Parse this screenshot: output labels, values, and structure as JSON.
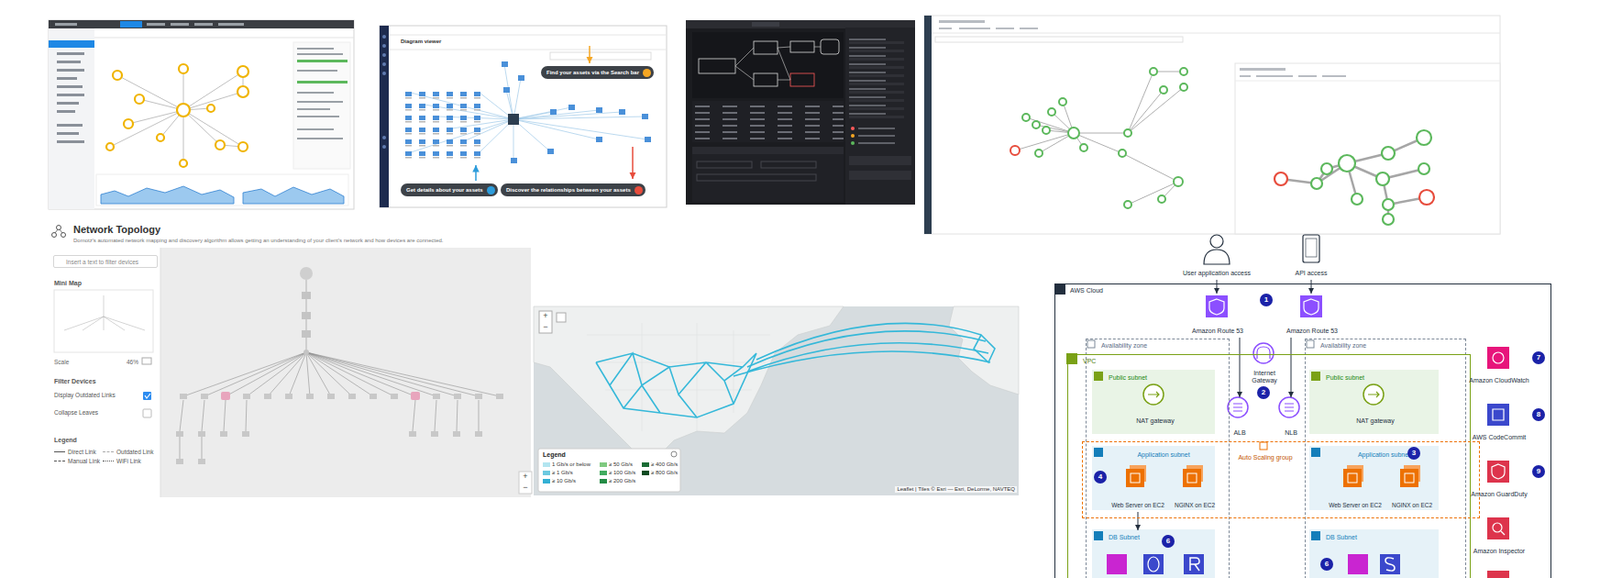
{
  "diagram": {
    "title": "Network Topology",
    "nodes": [
      {
        "text": [
          "Find your assets via the Search bar"
        ]
      },
      {
        "text": [
          "Get details about your assets"
        ]
      },
      {
        "text": [
          "Discover the relationships between your assets"
        ]
      },
      {
        "text": [
          "Insert a text to filter devices"
        ]
      },
      {
        "text": [
          "User application access"
        ]
      },
      {
        "text": [
          "API access"
        ]
      },
      {
        "text": [
          "AWS Cloud"
        ]
      },
      {
        "text": [
          "Amazon Route 53"
        ],
        "in": 6
      },
      {
        "text": [
          "Amazon Route 53"
        ],
        "in": 6
      },
      {
        "text": [
          "Internet Gateway"
        ],
        "in": 6
      },
      {
        "text": [
          "Availability zone"
        ],
        "in": 6
      },
      {
        "text": [
          "Availability zone"
        ],
        "in": 6
      },
      {
        "text": [
          "VPC"
        ],
        "in": 6
      },
      {
        "text": [
          "Public subnet"
        ],
        "in": 12
      },
      {
        "text": [
          "NAT gateway"
        ],
        "in": 13
      },
      {
        "text": [
          "Public subnet"
        ],
        "in": 12
      },
      {
        "text": [
          "NAT gateway"
        ],
        "in": 15
      },
      {
        "text": [
          "ALB"
        ],
        "in": 12
      },
      {
        "text": [
          "NLB"
        ],
        "in": 12
      },
      {
        "text": [
          "Auto Scaling group"
        ],
        "in": 12
      },
      {
        "text": [
          "Application subnet"
        ],
        "in": 19
      },
      {
        "text": [
          "Web Server on EC2"
        ],
        "in": 20
      },
      {
        "text": [
          "NGINX on EC2"
        ],
        "in": 20
      },
      {
        "text": [
          "Application subnet"
        ],
        "in": 19
      },
      {
        "text": [
          "Web Server on EC2"
        ],
        "in": 23
      },
      {
        "text": [
          "NGINX on EC2"
        ],
        "in": 23
      },
      {
        "text": [
          "DB Subnet"
        ],
        "in": 12
      },
      {
        "text": [
          "DB Subnet"
        ],
        "in": 12
      },
      {
        "text": [
          "Amazon CloudWatch"
        ],
        "in": 6
      },
      {
        "text": [
          "AWS CodeCommit"
        ],
        "in": 6
      },
      {
        "text": [
          "Amazon GuardDuty"
        ],
        "in": 6
      },
      {
        "text": [
          "Amazon Inspector"
        ],
        "in": 6
      }
    ],
    "edges": [
      {
        "from": 4,
        "to": 7,
        "arrow": "to"
      },
      {
        "from": 5,
        "to": 8,
        "arrow": "to"
      },
      {
        "from": 7,
        "to": 17,
        "arrow": "to"
      },
      {
        "from": 8,
        "to": 18,
        "arrow": "to"
      },
      {
        "from": 21,
        "to": 26,
        "arrow": "to"
      }
    ],
    "labels": [
      "Diagram viewer",
      "Domotz's automated network mapping and discovery algorithm allows getting an understanding of your client's network and how devices are connected.",
      "Mini Map",
      "Scale",
      "46%",
      "Filter Devices",
      "Display Outdated Links",
      "Collapse Leaves",
      "Legend",
      "+",
      "−",
      "+",
      "−",
      "Legend",
      "Leaflet | Tiles © Esri — Esri, DeLorme, NAVTEQ",
      "1",
      "2",
      "3",
      "4",
      "6",
      "6",
      "7",
      "8",
      "9"
    ],
    "legend": [
      {
        "text": "Direct Link"
      },
      {
        "text": "Outdated Link"
      },
      {
        "text": "Manual Link"
      },
      {
        "text": "WiFi Link"
      },
      {
        "text": "1 Gb/s or below",
        "color": "#b3e5f0"
      },
      {
        "text": "≥ 1 Gb/s",
        "color": "#6cc9e0"
      },
      {
        "text": "≥ 10 Gb/s",
        "color": "#33b0d4"
      },
      {
        "text": "≥ 50 Gb/s",
        "color": "#7fc97f"
      },
      {
        "text": "≥ 100 Gb/s",
        "color": "#41ab5d"
      },
      {
        "text": "≥ 200 Gb/s",
        "color": "#238b45"
      },
      {
        "text": "≥ 400 Gb/s",
        "color": "#1a6b34"
      },
      {
        "text": "≥ 800 Gb/s",
        "color": "#0d4a22"
      }
    ]
  }
}
